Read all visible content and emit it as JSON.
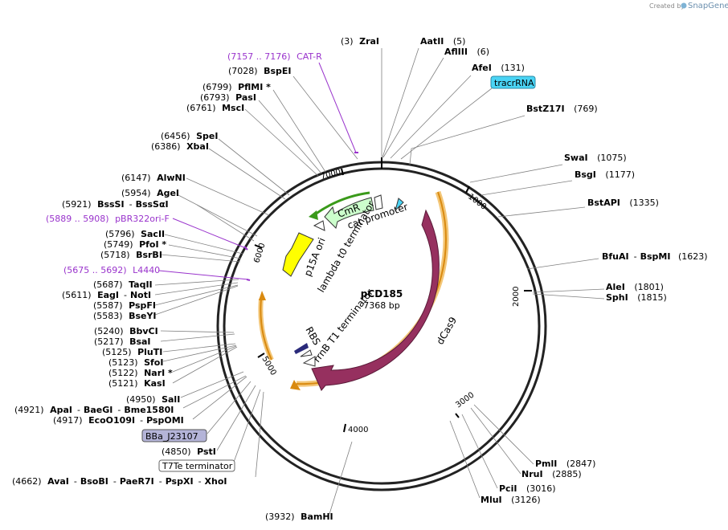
{
  "credit": {
    "text": "Created by",
    "brand": "SnapGene"
  },
  "plasmid": {
    "name": "pCD185",
    "length_label": "7368 bp",
    "length": 7368
  },
  "ticks": [
    "1000",
    "2000",
    "3000",
    "4000",
    "5000",
    "6000",
    "7000"
  ],
  "features": {
    "cat_promoter": "cat promoter",
    "cmr": "CmR",
    "p15a_ori": "p15A ori",
    "lambda_t0": "lambda t0 terminator",
    "dcas9": "dCas9",
    "rrnb_t1": "rrnB T1 terminator",
    "rbs": "RBS"
  },
  "sites_right": [
    {
      "pos": "(3)",
      "name": "ZraI"
    },
    {
      "pos": "(5)",
      "name": "AatII"
    },
    {
      "pos": "(6)",
      "name": "AflIII"
    },
    {
      "pos": "(131)",
      "name": "AfeI"
    },
    {
      "pos": "(769)",
      "name": "BstZ17I"
    },
    {
      "pos": "(1075)",
      "name": "SwaI"
    },
    {
      "pos": "(1177)",
      "name": "BsgI"
    },
    {
      "pos": "(1335)",
      "name": "BstAPI"
    },
    {
      "pos": "(1623)",
      "name": "BfuAI",
      "name2": "BspMI"
    },
    {
      "pos": "(1801)",
      "name": "AleI"
    },
    {
      "pos": "(1815)",
      "name": "SphI"
    },
    {
      "pos": "(2847)",
      "name": "PmlI"
    },
    {
      "pos": "(2885)",
      "name": "NruI"
    },
    {
      "pos": "(3016)",
      "name": "PciI"
    },
    {
      "pos": "(3126)",
      "name": "MluI"
    },
    {
      "pos": "(3932)",
      "name": "BamHI"
    }
  ],
  "sites_left": [
    {
      "pos": "(7028)",
      "name": "BspEI"
    },
    {
      "pos": "(6799)",
      "name": "PflMI *"
    },
    {
      "pos": "(6793)",
      "name": "PasI"
    },
    {
      "pos": "(6761)",
      "name": "MscI"
    },
    {
      "pos": "(6456)",
      "name": "SpeI"
    },
    {
      "pos": "(6386)",
      "name": "XbaI"
    },
    {
      "pos": "(6147)",
      "name": "AlwNI"
    },
    {
      "pos": "(5954)",
      "name": "AgeI"
    },
    {
      "pos": "(5921)",
      "name": "BssSI",
      "name2": "BssSαI"
    },
    {
      "pos": "(5796)",
      "name": "SacII"
    },
    {
      "pos": "(5749)",
      "name": "PfoI *"
    },
    {
      "pos": "(5718)",
      "name": "BsrBI"
    },
    {
      "pos": "(5687)",
      "name": "TaqII"
    },
    {
      "pos": "(5611)",
      "name": "EagI",
      "name2": "NotI"
    },
    {
      "pos": "(5587)",
      "name": "PspFI"
    },
    {
      "pos": "(5583)",
      "name": "BseYI"
    },
    {
      "pos": "(5240)",
      "name": "BbvCI"
    },
    {
      "pos": "(5217)",
      "name": "BsaI"
    },
    {
      "pos": "(5125)",
      "name": "PluTI"
    },
    {
      "pos": "(5123)",
      "name": "SfoI"
    },
    {
      "pos": "(5122)",
      "name": "NarI *"
    },
    {
      "pos": "(5121)",
      "name": "KasI"
    },
    {
      "pos": "(4950)",
      "name": "SalI"
    },
    {
      "pos": "(4921)",
      "name": "ApaI",
      "name2": "BaeGI",
      "name3": "Bme1580I"
    },
    {
      "pos": "(4917)",
      "name": "EcoO109I",
      "name2": "PspOMI"
    },
    {
      "pos": "(4850)",
      "name": "PstI"
    },
    {
      "pos": "(4662)",
      "name": "AvaI",
      "name2": "BsoBI",
      "name3": "PaeR7I",
      "name4": "PspXI",
      "name5": "XhoI"
    }
  ],
  "primers": [
    {
      "range": "(7157 .. 7176)",
      "name": "CAT-R"
    },
    {
      "range": "(5889 .. 5908)",
      "name": "pBR322ori-F"
    },
    {
      "range": "(5675 .. 5692)",
      "name": "L4440"
    }
  ],
  "boxed_features": {
    "tracrrna": "tracrRNA",
    "bba": "BBa_J23107",
    "t7te": "T7Te terminator"
  },
  "colors": {
    "dcas9": "#96305f",
    "cmr": "#ccffcc",
    "p15a": "#ffff00",
    "orf_arc": "#f0a030",
    "tracrrna": "#4ad4f5",
    "bba": "#b4b4d8",
    "primer": "#9933cc",
    "green_arrow": "#3a9a1a"
  }
}
